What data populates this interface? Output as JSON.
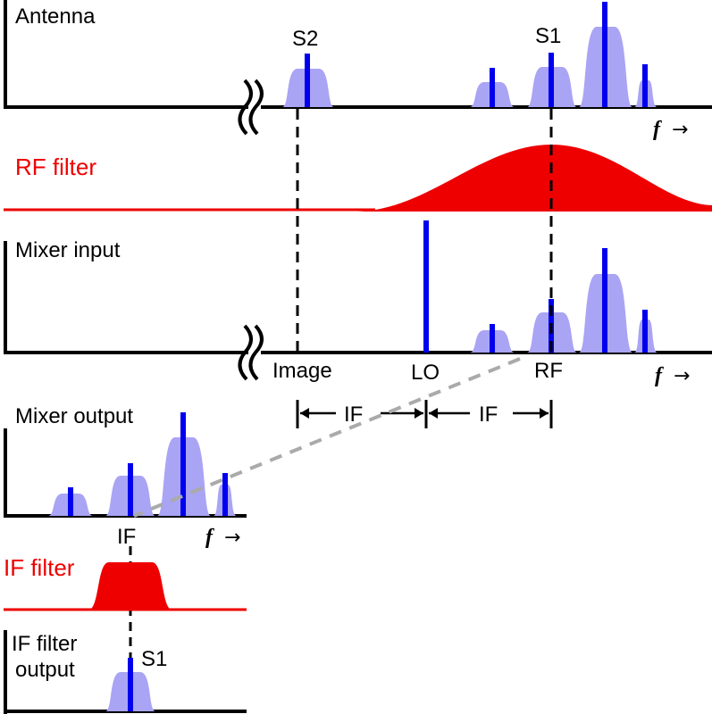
{
  "panels": {
    "antenna": "Antenna",
    "rf_filter": "RF filter",
    "mixer_input": "Mixer input",
    "mixer_output": "Mixer output",
    "if_filter": "IF filter",
    "if_filter_output_line1": "IF filter",
    "if_filter_output_line2": "output"
  },
  "signals": {
    "s1": "S1",
    "s2": "S2",
    "s1_out": "S1"
  },
  "markers": {
    "image": "Image",
    "lo": "LO",
    "rf": "RF",
    "if_axis": "IF",
    "if_span_left": "IF",
    "if_span_right": "IF"
  },
  "axis": {
    "f_symbol": "f",
    "arrow": "→"
  },
  "colors": {
    "signal": "#0000ee",
    "sideband": "#a9a4f4",
    "filter": "#ee0000",
    "guide": "#000000",
    "mapping": "#aaaaaa"
  }
}
